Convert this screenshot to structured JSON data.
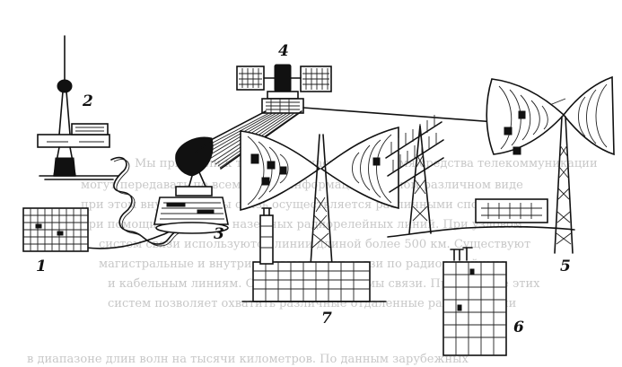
{
  "figure": {
    "labels": [
      {
        "id": "1",
        "text": "1"
      },
      {
        "id": "2",
        "text": "2"
      },
      {
        "id": "3",
        "text": "3"
      },
      {
        "id": "4",
        "text": "4"
      },
      {
        "id": "5",
        "text": "5"
      },
      {
        "id": "6",
        "text": "6"
      },
      {
        "id": "7",
        "text": "7"
      }
    ],
    "bleed_through": [
      "Мы привыкли к тому, что в настоящее время средства телекоммуникации",
      "могут передавать по всему миру информацию в самом различном виде",
      "при этом внутри страны связь осуществляется различными способами",
      "при помощи спутников, наземных радиорелейных линий. При узловом",
      "систем связи используются линии длиной более 500 км. Существуют",
      "магистральные и внутризоновые линии связи по радиорелейным",
      "и кабельным линиям. Спутниковые системы связи. Применение этих",
      "систем позволяет охватить различные отдаленные районы Земли",
      "в диапазоне длин волн на тысячи километров. По данным зарубежных"
    ]
  }
}
